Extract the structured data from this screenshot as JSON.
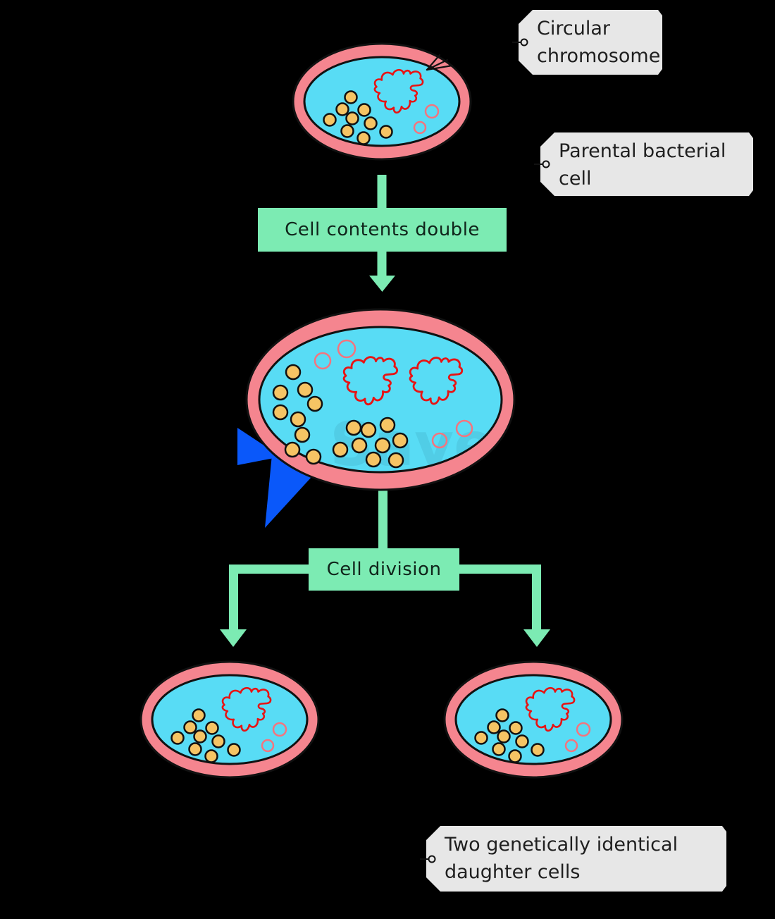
{
  "labels": {
    "circular_chromosome": "Circular chromosome",
    "parental_cell": "Parental bacterial cell",
    "daughter_cells": "Two genetically identical daughter cells"
  },
  "flow": {
    "step1": "Cell contents double",
    "step2": "Cell division"
  },
  "watermark": "SaveMyExams",
  "icons": {
    "tag_connector": "small ring with stem (tag hole)",
    "flow_arrow": "solid green downward triangle arrow",
    "pointer_arrow": "hand-sketched thin arrow pointing at chromosome",
    "bolt": "blue lightning-bolt wedge decoration"
  },
  "colors": {
    "background": "#000000",
    "membrane_pink": "#F5858F",
    "cytoplasm_cyan": "#58DCF5",
    "chromosome_red": "#E81313",
    "plasmid_pink": "#F4747E",
    "ribosome_yellow": "#F6C464",
    "flow_green": "#7CEBB3",
    "label_bg": "#E7E7E7",
    "label_text": "#1F1F1F",
    "outline_black": "#111111",
    "bolt_blue": "#0A58FA"
  }
}
